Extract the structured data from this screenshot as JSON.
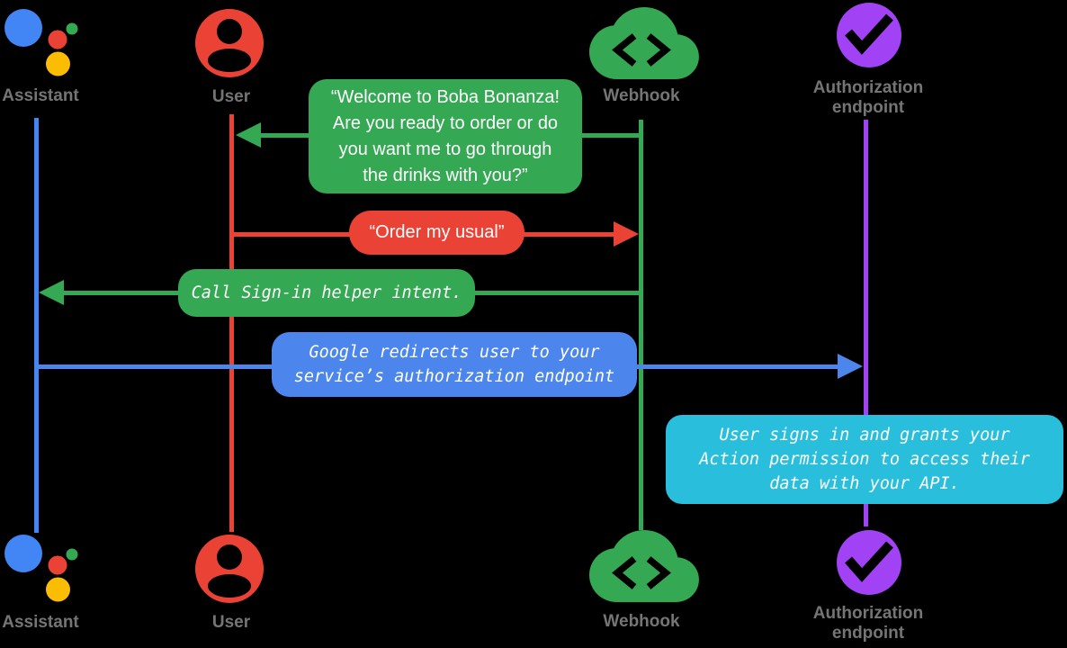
{
  "diagram": {
    "type": "sequence-diagram",
    "topic": "Account linking sign-in flow for a Boba Bonanza Action"
  },
  "colors": {
    "bg": "#000000",
    "white": "#ffffff",
    "label": "#757575",
    "blue": "#4285F4",
    "bluebubble": "#4C86EC",
    "red": "#EA4335",
    "green": "#34A853",
    "yellow": "#FBBC04",
    "greendot": "#34A853",
    "purple": "#A142F4",
    "cyan": "#29BFDC"
  },
  "actors": [
    {
      "label": "Assistant",
      "icon": "google-assistant-icon",
      "color": "#4285F4"
    },
    {
      "label": "User",
      "icon": "person-icon",
      "color": "#EA4335"
    },
    {
      "label": "Webhook",
      "icon": "cloud-code-icon",
      "color": "#34A853"
    },
    {
      "label": "Authorization endpoint",
      "icon": "check-circle-icon",
      "color": "#A142F4"
    }
  ],
  "messages": [
    {
      "from": "Webhook",
      "to": "User",
      "color": "#34A853",
      "font": "sans",
      "text": "“Welcome to Boba Bonanza!\nAre you ready to order or do\nyou want me to go through\nthe drinks with you?”"
    },
    {
      "from": "User",
      "to": "Webhook",
      "color": "#EA4335",
      "font": "sans",
      "text": "“Order my usual”"
    },
    {
      "from": "Webhook",
      "to": "Assistant",
      "color": "#34A853",
      "font": "mono-italic",
      "text": "Call Sign-in helper intent."
    },
    {
      "from": "Assistant",
      "to": "Authorization endpoint",
      "color": "#4C86EC",
      "font": "mono-italic",
      "text": "Google redirects user to your\nservice’s authorization endpoint"
    },
    {
      "from": "Authorization endpoint",
      "to": "",
      "color": "#29BFDC",
      "font": "mono-italic",
      "text": "User signs in and grants your\nAction permission to access their\ndata with your API."
    }
  ]
}
